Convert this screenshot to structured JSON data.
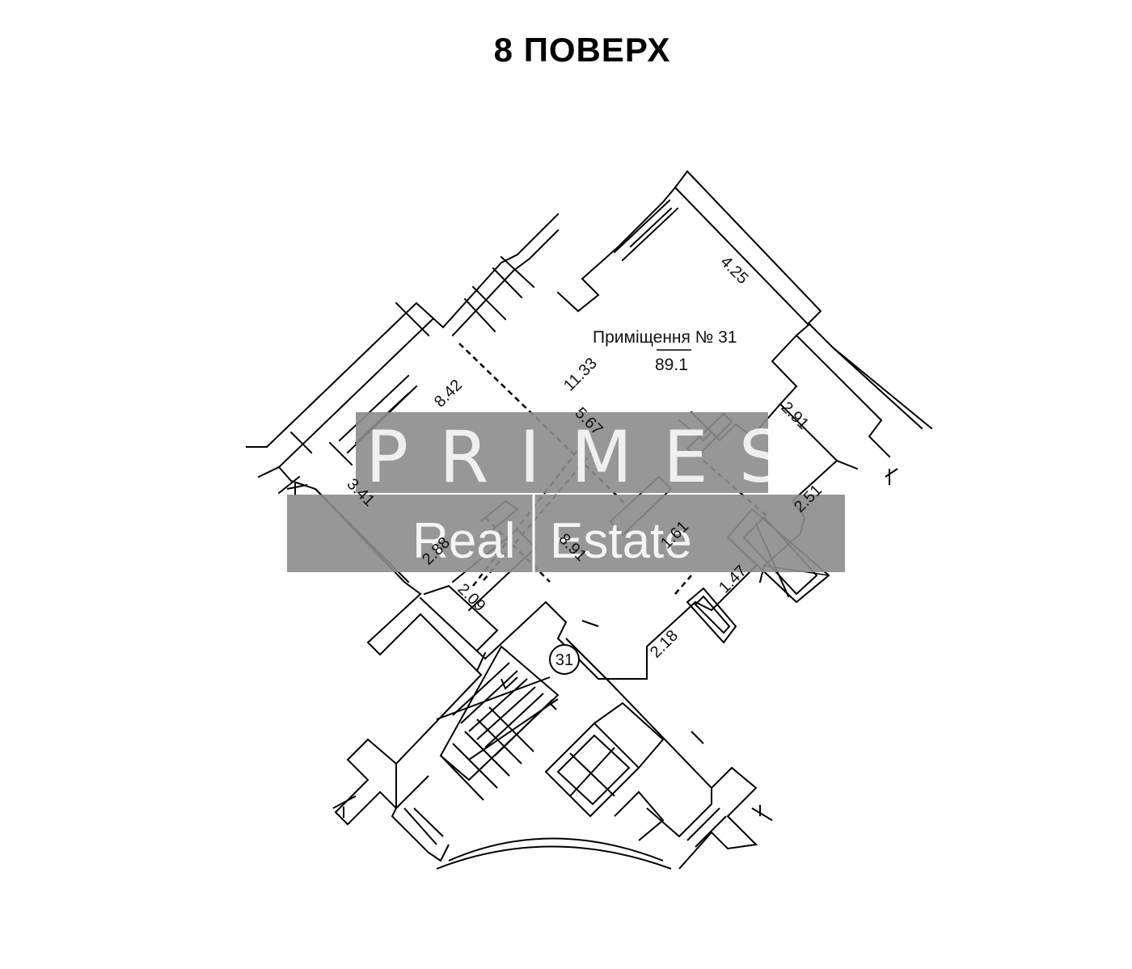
{
  "title": "8 ПОВЕРХ",
  "room": {
    "label": "Приміщення № 31",
    "area": "89.1"
  },
  "unit_marker": "31",
  "dimensions": {
    "d_425": "4.25",
    "d_1133": "11.33",
    "d_842": "8.42",
    "d_567": "5.67",
    "d_291": "2.91",
    "d_251": "2.51",
    "d_341": "3.41",
    "d_288": "2.88",
    "d_891": "8.91",
    "d_161": "1.61",
    "d_147": "1.47",
    "d_209": "2.09",
    "d_218": "2.18"
  },
  "watermark": {
    "line1": "PRIMES",
    "line2_a": "Real",
    "line2_b": "Estate"
  },
  "colors": {
    "line": "#000000",
    "watermark_box": "#8c8c8c"
  }
}
